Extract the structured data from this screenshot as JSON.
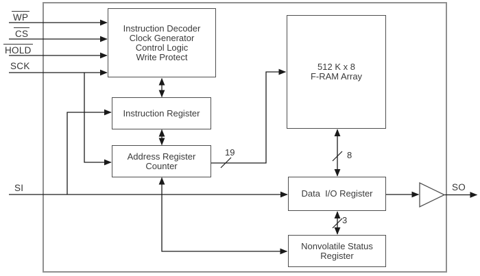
{
  "signals": {
    "inputs": [
      {
        "name": "WP",
        "overline": true
      },
      {
        "name": "CS",
        "overline": true
      },
      {
        "name": "HOLD",
        "overline": true
      },
      {
        "name": "SCK",
        "overline": false
      },
      {
        "name": "SI",
        "overline": false
      }
    ],
    "output": {
      "name": "SO"
    }
  },
  "blocks": {
    "instruction_decoder": {
      "label": "Instruction Decoder\nClock Generator\nControl Logic\nWrite Protect"
    },
    "instruction_register": {
      "label": "Instruction Register"
    },
    "address_register_counter": {
      "label": "Address Register\nCounter"
    },
    "fram_array": {
      "label": "512 K x 8\nF-RAM Array"
    },
    "data_io_register": {
      "label": "Data  I/O Register"
    },
    "nonvolatile_status_register": {
      "label": "Nonvolatile Status\nRegister"
    }
  },
  "bus_widths": {
    "address_bus": "19",
    "data_bus": "8",
    "status_bus": "3"
  },
  "colors": {
    "outer_border": "#8f8f8f",
    "block_border": "#4d4d4d",
    "wire": "#1a1a1a",
    "text": "#383838"
  }
}
